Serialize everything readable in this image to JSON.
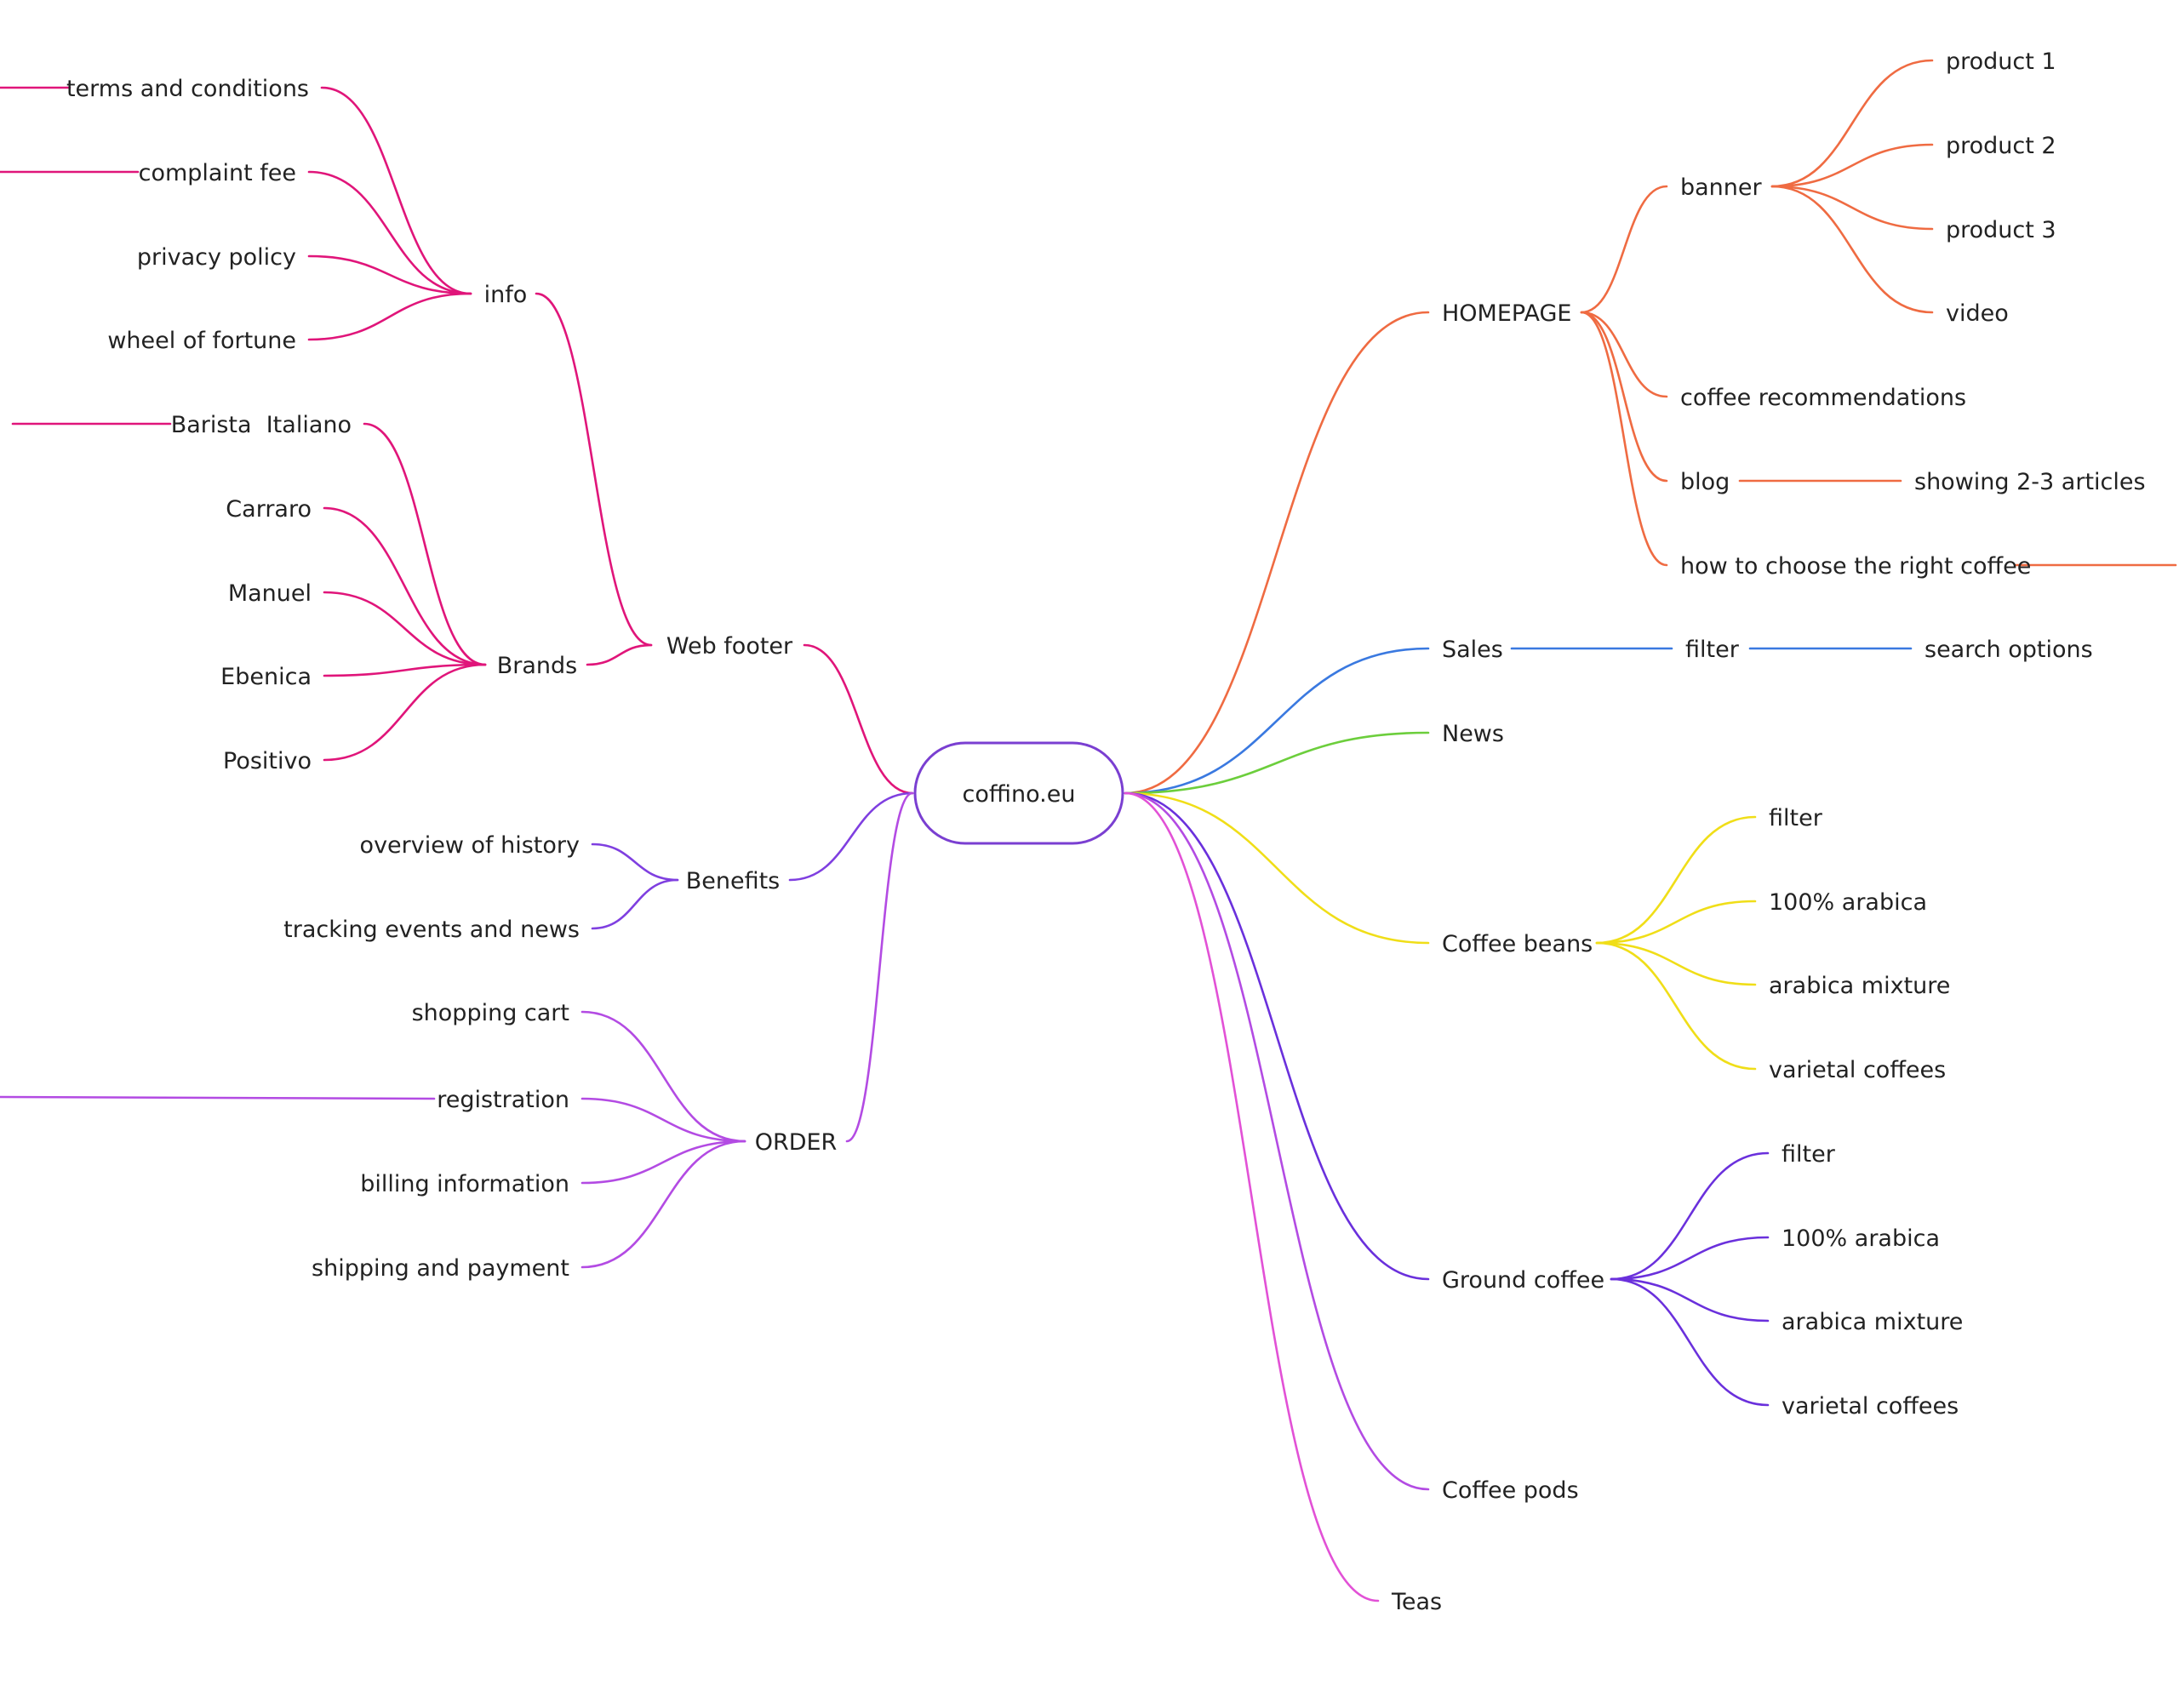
{
  "root": {
    "label": "coffino.eu",
    "color": "#7a3fd1"
  },
  "colors": {
    "footer": "#e0157a",
    "benefits": "#7f3fe0",
    "order": "#b34be3",
    "homepage": "#ef6b42",
    "sales": "#3a79e0",
    "news": "#6cce3c",
    "beans": "#f0de18",
    "ground": "#6a30dc",
    "pods": "#b34be3",
    "teas": "#e251d6"
  },
  "nodes": {
    "web_footer": "Web footer",
    "info": "info",
    "terms": "terms and conditions",
    "complaint": "complaint fee",
    "privacy": "privacy policy",
    "wheel": "wheel of fortune",
    "brands": "Brands",
    "barista": "Barista  Italiano",
    "carraro": "Carraro",
    "manuel": "Manuel",
    "ebenica": "Ebenica",
    "positivo": "Positivo",
    "benefits": "Benefits",
    "history": "overview of history",
    "tracking": "tracking events and news",
    "order": "ORDER",
    "cart": "shopping cart",
    "registration": "registration",
    "billing": "billing information",
    "shipping": "shipping and payment",
    "homepage": "HOMEPAGE",
    "banner": "banner",
    "product1": "product 1",
    "product2": "product 2",
    "product3": "product 3",
    "video": "video",
    "recommend": "coffee recommendations",
    "blog": "blog",
    "articles": "showing 2-3 articles",
    "howto": "how to choose the right coffee",
    "sales": "Sales",
    "sales_filter": "filter",
    "search": "search options",
    "news": "News",
    "beans": "Coffee beans",
    "beans_filter": "filter",
    "beans_arabica": "100% arabica",
    "beans_mixture": "arabica mixture",
    "beans_varietal": "varietal coffees",
    "ground": "Ground coffee",
    "ground_filter": "filter",
    "ground_arabica": "100% arabica",
    "ground_mixture": "arabica mixture",
    "ground_varietal": "varietal coffees",
    "pods": "Coffee pods",
    "teas": "Teas"
  }
}
